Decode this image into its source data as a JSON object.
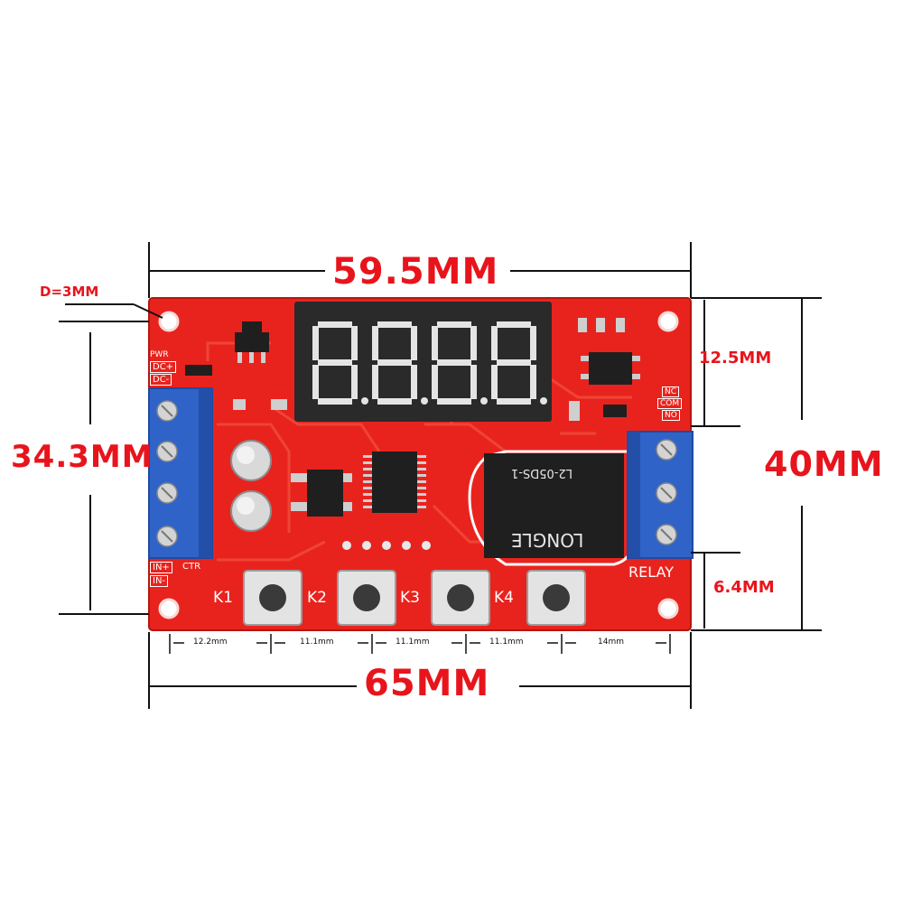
{
  "dimensions": {
    "top_width": "59.5MM",
    "bottom_width": "65MM",
    "left_height": "34.3MM",
    "right_height": "40MM",
    "top_right_offset": "12.5MM",
    "bottom_right_offset": "6.4MM",
    "hole_diameter": "D=3MM",
    "button_spacings": [
      "12.2mm",
      "11.1mm",
      "11.1mm",
      "11.1mm",
      "14mm"
    ]
  },
  "board": {
    "power_label": "PWR",
    "dc_plus": "DC+",
    "dc_minus": "DC-",
    "in_plus": "IN+",
    "in_minus": "IN-",
    "ctr_label": "CTR",
    "relay_label": "RELAY",
    "relay_terminals": [
      "NC",
      "COM",
      "NO"
    ],
    "buttons": [
      "K1",
      "K2",
      "K3",
      "K4"
    ],
    "relay_brand": "LONGLE",
    "relay_model": "L2-05DS-1"
  },
  "colors": {
    "pcb": "#e8231e",
    "terminal": "#2f63c8",
    "dimension": "#e8141c",
    "display": "#2a2a2a",
    "segment": "#eeeeee"
  }
}
